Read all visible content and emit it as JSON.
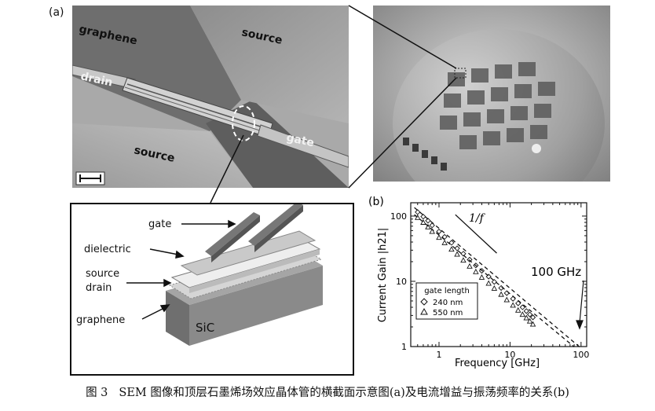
{
  "panel_a": {
    "letter": "(a)",
    "sem_labels": {
      "graphene": "graphene",
      "source_top": "source",
      "drain": "drain",
      "gate": "gate",
      "source_bottom": "source"
    },
    "diagram_labels": {
      "gate": "gate",
      "dielectric": "dielectric",
      "source": "source",
      "drain": "drain",
      "graphene": "graphene",
      "substrate": "SiC"
    }
  },
  "panel_b": {
    "letter": "(b)"
  },
  "chart_data": {
    "type": "scatter",
    "xlabel": "Frequency [GHz]",
    "ylabel": "Current Gain |h21|",
    "xscale": "log",
    "yscale": "log",
    "xlim": [
      0.4,
      120
    ],
    "ylim": [
      1,
      160
    ],
    "x_ticks": [
      1,
      10,
      100
    ],
    "y_ticks": [
      1,
      10,
      100
    ],
    "x_tick_labels": [
      "1",
      "10",
      "100"
    ],
    "y_tick_labels": [
      "1",
      "10",
      "100"
    ],
    "legend": {
      "title": "gate length",
      "placement": "bottom-left",
      "entries": [
        "240 nm",
        "550 nm"
      ]
    },
    "annotations": [
      "1/f",
      "100 GHz"
    ],
    "series": [
      {
        "name": "240 nm",
        "marker": "diamond",
        "x": [
          0.5,
          0.6,
          0.7,
          0.8,
          1.0,
          1.2,
          1.5,
          1.8,
          2.2,
          2.7,
          3.3,
          4.0,
          5.0,
          6.0,
          7.5,
          9.0,
          11,
          13,
          15,
          17,
          19,
          21
        ],
        "y": [
          115,
          98,
          85,
          72,
          58,
          48,
          39,
          32,
          26.5,
          21.5,
          17.5,
          14.5,
          11.8,
          9.8,
          7.9,
          6.6,
          5.4,
          4.6,
          4.0,
          3.5,
          3.1,
          2.8
        ]
      },
      {
        "name": "550 nm",
        "marker": "triangle",
        "x": [
          0.5,
          0.6,
          0.7,
          0.8,
          1.0,
          1.2,
          1.5,
          1.8,
          2.2,
          2.7,
          3.3,
          4.0,
          5.0,
          6.0,
          7.5,
          9.0,
          11,
          13,
          15,
          17,
          19,
          21
        ],
        "y": [
          95,
          80,
          68,
          58,
          47,
          39,
          31,
          26,
          21,
          17,
          14,
          11.5,
          9.3,
          7.8,
          6.3,
          5.2,
          4.3,
          3.6,
          3.1,
          2.75,
          2.45,
          2.2
        ]
      }
    ],
    "reference_lines": [
      {
        "name": "1/f",
        "style": "solid",
        "x": [
          1.7,
          6.5
        ],
        "y": [
          105,
          27
        ]
      },
      {
        "name": "fit-240",
        "style": "dashed",
        "x": [
          0.45,
          95
        ],
        "y": [
          135,
          0.99
        ]
      },
      {
        "name": "fit-550",
        "style": "dashed",
        "x": [
          0.45,
          80
        ],
        "y": [
          105,
          0.99
        ]
      }
    ]
  },
  "caption": {
    "figure": "图 3",
    "text": "SEM 图像和顶层石墨烯场效应晶体管的横截面示意图(a)及电流增益与振荡频率的关系(b)"
  }
}
